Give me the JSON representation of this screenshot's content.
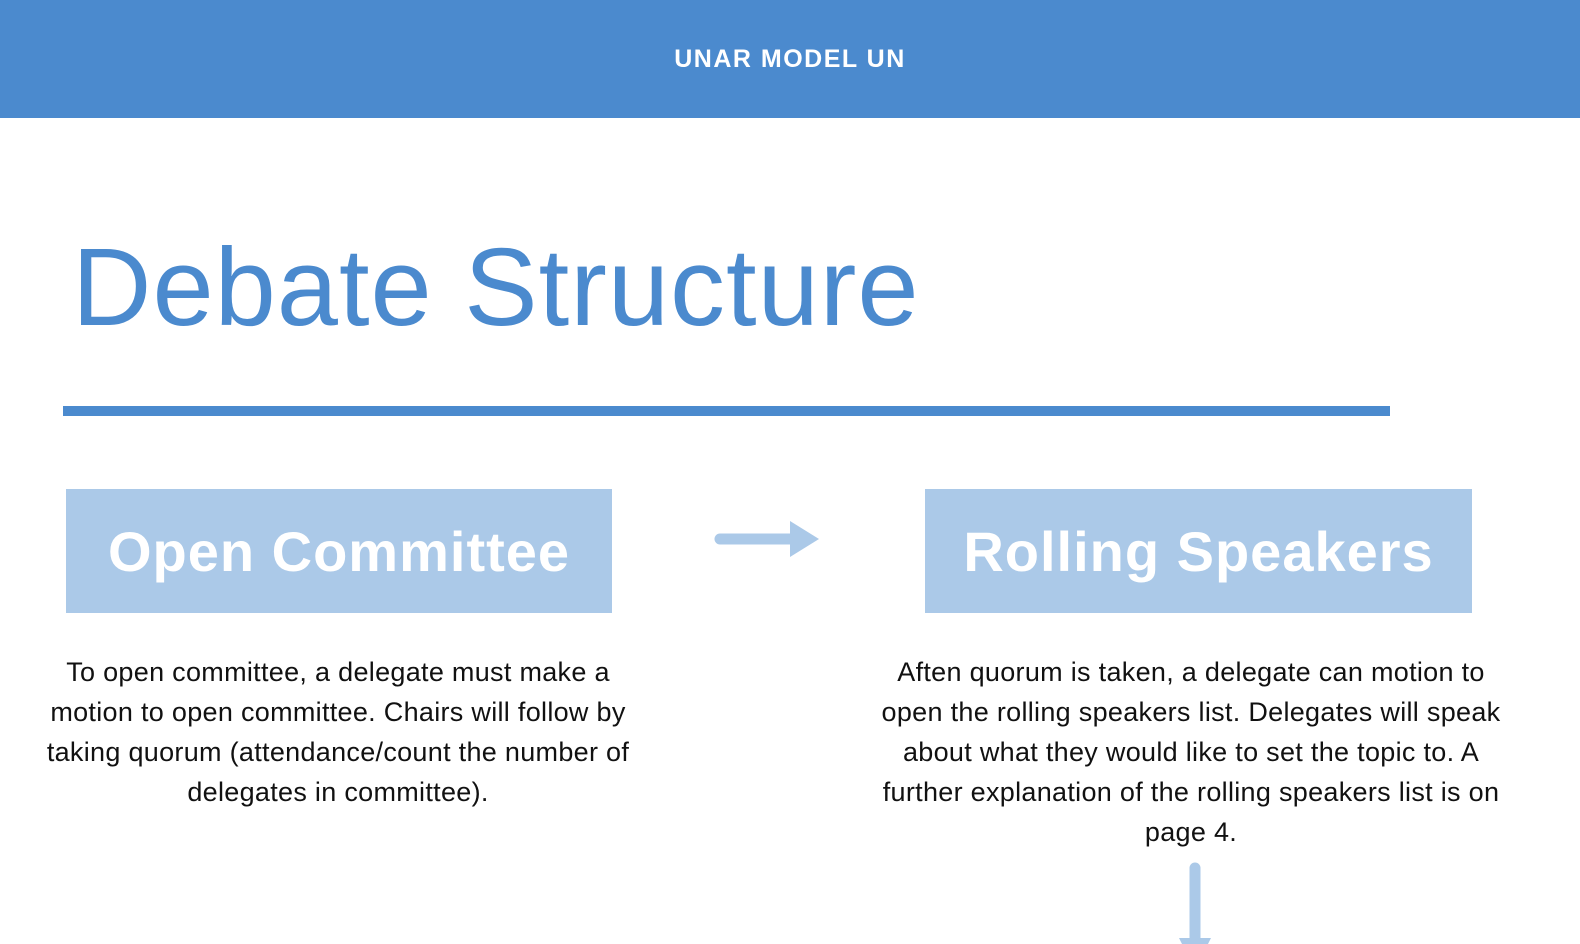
{
  "header": {
    "title": "UNAR MODEL UN"
  },
  "page_title": "Debate Structure",
  "flow": {
    "steps": [
      {
        "heading": "Open Committee",
        "description": "To open committee, a delegate must make a motion to open committee. Chairs will follow by taking quorum (attendance/count the number of delegates in committee)."
      },
      {
        "heading": "Rolling Speakers",
        "description": "Aften quorum is taken, a delegate can motion to open the rolling speakers list. Delegates will speak about what they would like to set the topic to. A further explanation of the rolling speakers list is on page 4."
      }
    ],
    "connectors": [
      "right-arrow",
      "down-arrow"
    ]
  },
  "colors": {
    "primary_blue": "#4b8ace",
    "light_blue": "#abc9e8",
    "body_text": "#111111",
    "heading_text": "#ffffff"
  }
}
